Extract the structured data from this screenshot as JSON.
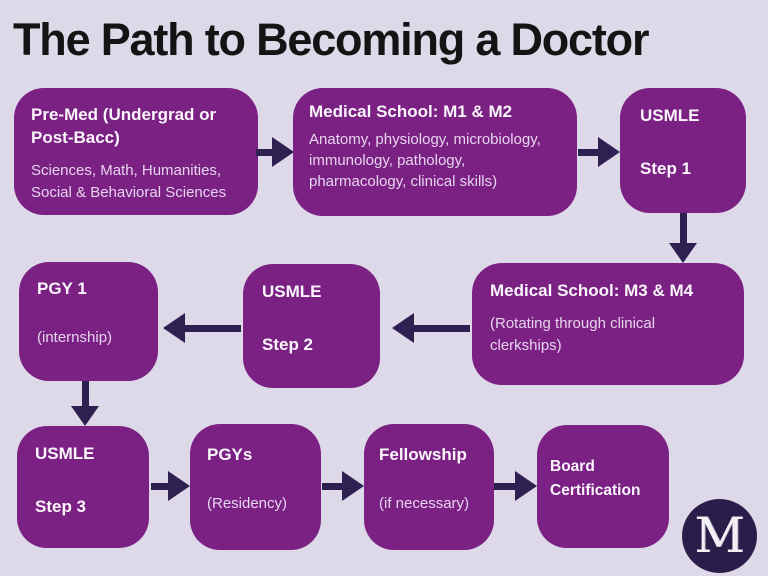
{
  "title": "The Path to Becoming a Doctor",
  "nodes": {
    "premed": {
      "title": "Pre-Med (Undergrad or Post-Bacc)",
      "body": "Sciences, Math, Humanities, Social & Behavioral Sciences"
    },
    "med_school_m1_m2": {
      "title": "Medical School: M1 & M2",
      "body": "Anatomy, physiology, microbiology, immunology, pathology, pharmacology, clinical skills)"
    },
    "usmle_step1": {
      "title": "USMLE",
      "subtitle": "Step 1"
    },
    "med_school_m3_m4": {
      "title": "Medical School: M3 & M4",
      "body": "(Rotating through clinical clerkships)"
    },
    "usmle_step2": {
      "title": "USMLE",
      "subtitle": "Step 2"
    },
    "pgy1": {
      "title": "PGY 1",
      "body": "(internship)"
    },
    "usmle_step3": {
      "title": "USMLE",
      "subtitle": "Step 3"
    },
    "pgys": {
      "title": "PGYs",
      "body": "(Residency)"
    },
    "fellowship": {
      "title": "Fellowship",
      "body": "(if necessary)"
    },
    "board_certification": {
      "title": "Board Certification"
    }
  },
  "edges": [
    {
      "from": "premed",
      "to": "med_school_m1_m2",
      "direction": "right"
    },
    {
      "from": "med_school_m1_m2",
      "to": "usmle_step1",
      "direction": "right"
    },
    {
      "from": "usmle_step1",
      "to": "med_school_m3_m4",
      "direction": "down"
    },
    {
      "from": "med_school_m3_m4",
      "to": "usmle_step2",
      "direction": "left"
    },
    {
      "from": "usmle_step2",
      "to": "pgy1",
      "direction": "left"
    },
    {
      "from": "pgy1",
      "to": "usmle_step3",
      "direction": "down"
    },
    {
      "from": "usmle_step3",
      "to": "pgys",
      "direction": "right"
    },
    {
      "from": "pgys",
      "to": "fellowship",
      "direction": "right"
    },
    {
      "from": "fellowship",
      "to": "board_certification",
      "direction": "right"
    }
  ],
  "logo": {
    "letter": "M"
  },
  "colors": {
    "bg": "#ded9e8",
    "box_fill": "#7a2183",
    "arrow_color": "#2e2152",
    "title_color": "#141414",
    "node_title_color": "#faf4fb",
    "node_body_color": "#e7d4ee",
    "logo_bg": "#2b1d49",
    "logo_letter_color": "#f2f0f4"
  }
}
